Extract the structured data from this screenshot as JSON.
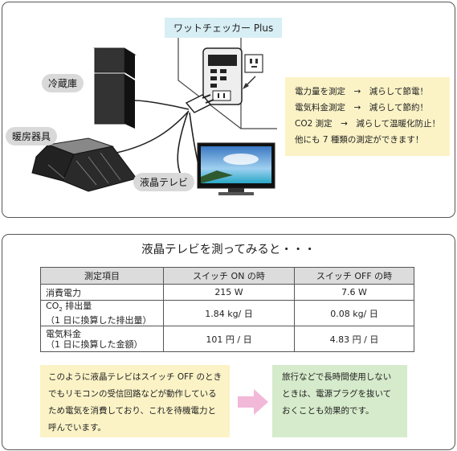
{
  "illustration": {
    "product_tag": "ワットチェッカー Plus",
    "fridge_label": "冷蔵庫",
    "heater_label": "暖房器具",
    "tv_label": "液晶テレビ",
    "info_lines": [
      "電力量を測定　→　減らして節電！",
      "電気料金測定　→　減らして節約！",
      "CO2 測定　→　減らして温暖化防止！",
      "他にも 7 種類の測定ができます！"
    ]
  },
  "section_title": "液晶テレビを測ってみると・・・",
  "table": {
    "headers": [
      "測定項目",
      "スイッチ ON の時",
      "スイッチ OFF の時"
    ],
    "rows": [
      {
        "item": "消費電力",
        "note": "",
        "on": "215 W",
        "off": "7.6 W"
      },
      {
        "item_prefix": "CO",
        "item_sub": "2",
        "item_suffix": " 排出量",
        "note": "（1 日に換算した排出量）",
        "on": "1.84 kg/ 日",
        "off": "0.08 kg/ 日"
      },
      {
        "item": "電気料金",
        "note": "（1 日に換算した金額）",
        "on": "101 円 / 日",
        "off": "4.83 円 / 日"
      }
    ]
  },
  "note_box": {
    "lines": [
      "このように液晶テレビはスイッチ OFF のとき",
      "でもリモコンの受信回路などが動作している",
      "ため電気を消費しており、これを待機電力と",
      "呼んでいます。"
    ]
  },
  "tip_box": {
    "lines": [
      "旅行などで長時間使用しない",
      "ときは、電源プラグを抜いて",
      "おくことも効果的です。"
    ]
  },
  "colors": {
    "tag_bg": "#d7eef4",
    "note_bg": "#fbf3c6",
    "tip_bg": "#d6ebcb",
    "arrow": "#f2b8d8"
  }
}
